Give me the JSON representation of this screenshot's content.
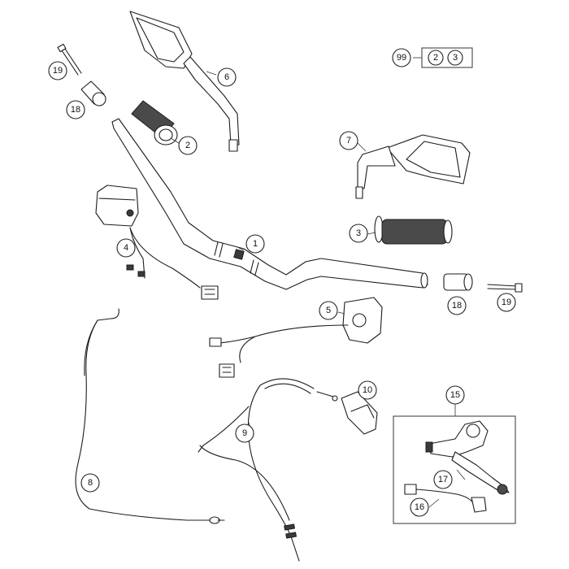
{
  "diagram": {
    "callouts": {
      "kit": "99",
      "kit_part_a": "2",
      "kit_part_b": "3",
      "handlebar": "1",
      "left_grip": "2",
      "right_grip": "3",
      "left_switch": "4",
      "right_switch": "5",
      "left_mirror": "6",
      "right_mirror": "7",
      "clutch_cable": "8",
      "throttle_cable": "9",
      "cable_boot": "10",
      "lever_assembly": "15",
      "lever_switch": "16",
      "lever": "17",
      "left_bar_end": "18",
      "right_bar_end": "18",
      "left_bolt": "19",
      "right_bolt": "19"
    }
  }
}
